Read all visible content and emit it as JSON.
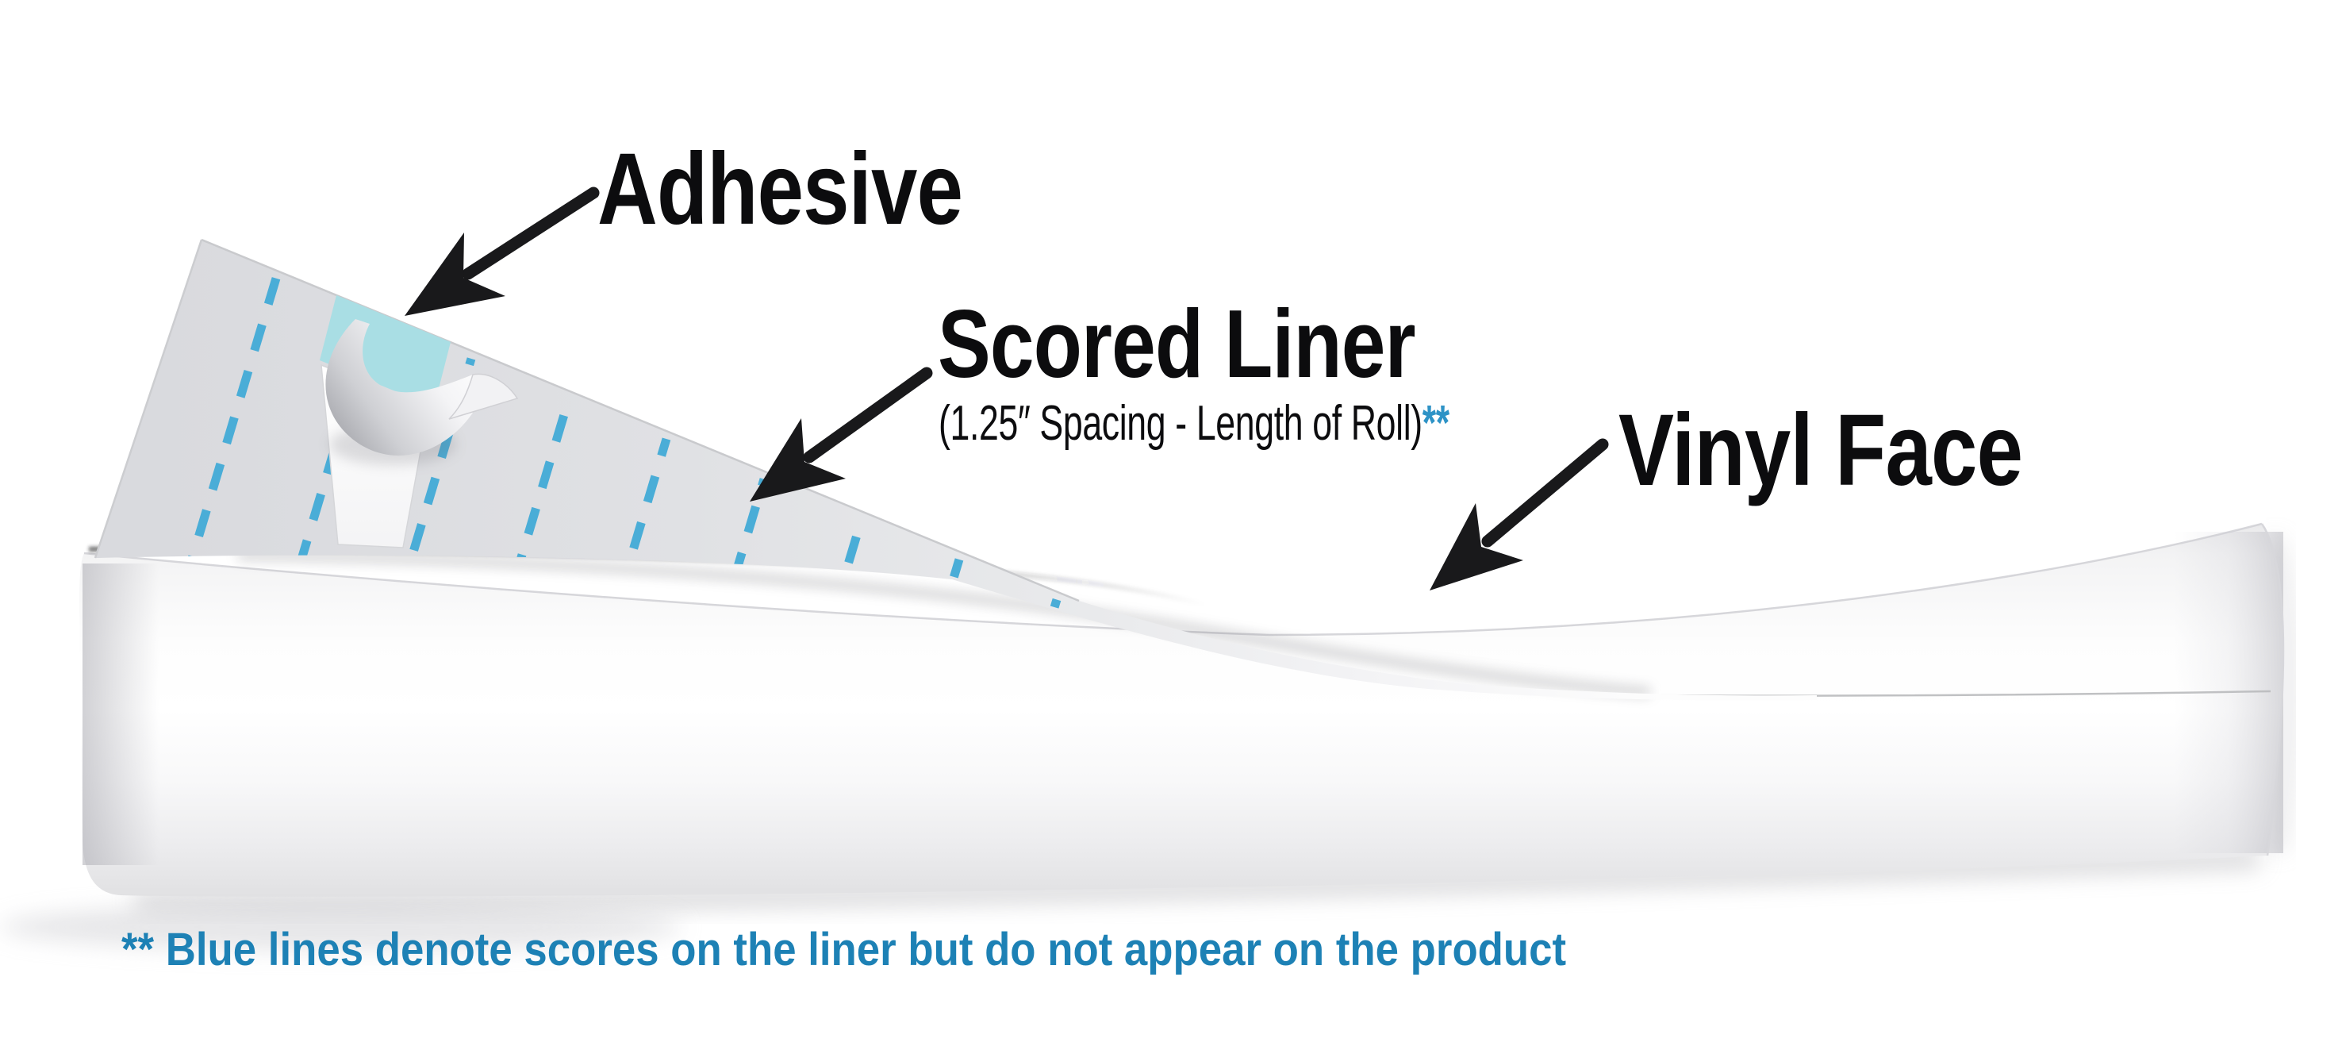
{
  "diagram": {
    "labels": {
      "adhesive": "Adhesive",
      "scored_liner": "Scored Liner",
      "scored_liner_note": "(1.25″ Spacing - Length of Roll)",
      "scored_liner_note_marker": "**",
      "vinyl_face": "Vinyl Face"
    },
    "footnote": {
      "text": "** Blue lines denote scores on the liner but do not appear on the product"
    },
    "scores": {
      "spacing_label": "1.25″",
      "column_count": 10,
      "direction": "length of roll"
    },
    "colors": {
      "score_line": "#4aadd7",
      "adhesive_patch": "#a9dee4",
      "note_marker_blue": "#2e93c6",
      "footnote_blue": "#1d81b5",
      "label_ink": "#0c0c0e",
      "arrow": "#19191b"
    }
  }
}
